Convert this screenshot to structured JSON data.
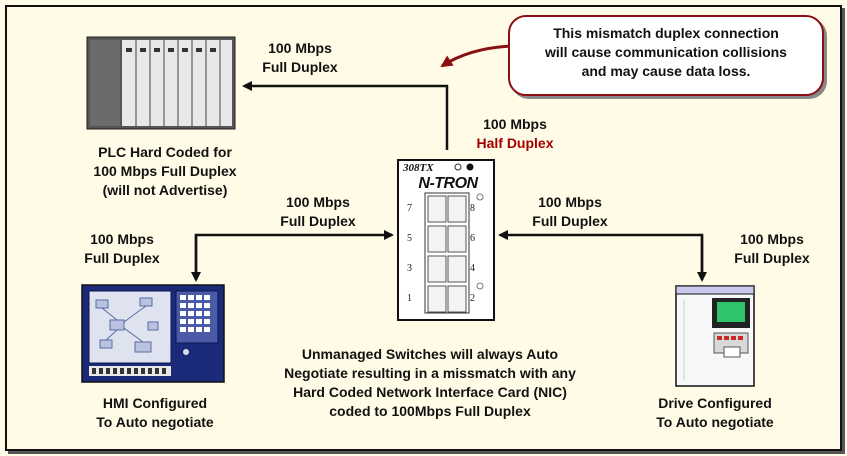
{
  "callout": {
    "line1": "This mismatch duplex connection",
    "line2": "will cause communication collisions",
    "line3": "and may cause data loss."
  },
  "plc": {
    "speed": "100 Mbps",
    "duplex": "Full Duplex",
    "caption1": "PLC Hard Coded for",
    "caption2": "100 Mbps Full Duplex",
    "caption3": "(will not Advertise)"
  },
  "switch": {
    "model": "308TX",
    "brand": "N-TRON",
    "speed": "100 Mbps",
    "duplex": "Half Duplex",
    "ports_left": [
      "7",
      "5",
      "3",
      "1"
    ],
    "ports_right": [
      "8",
      "6",
      "4",
      "2"
    ]
  },
  "hmi_link": {
    "speed": "100 Mbps",
    "duplex": "Full Duplex"
  },
  "hmi": {
    "speed": "100 Mbps",
    "duplex": "Full Duplex",
    "caption1": "HMI Configured",
    "caption2": "To Auto negotiate"
  },
  "drive_link": {
    "speed": "100 Mbps",
    "duplex": "Full Duplex"
  },
  "drive": {
    "speed": "100 Mbps",
    "duplex": "Full Duplex",
    "caption1": "Drive Configured",
    "caption2": "To Auto negotiate"
  },
  "note": {
    "line1": "Unmanaged Switches will always Auto",
    "line2": "Negotiate resulting in a missmatch with any",
    "line3": "Hard Coded Network Interface Card (NIC)",
    "line4": "coded to 100Mbps Full Duplex"
  },
  "colors": {
    "background": "#fffbe6",
    "warning": "#a30000",
    "callout_border": "#8b0f12"
  }
}
